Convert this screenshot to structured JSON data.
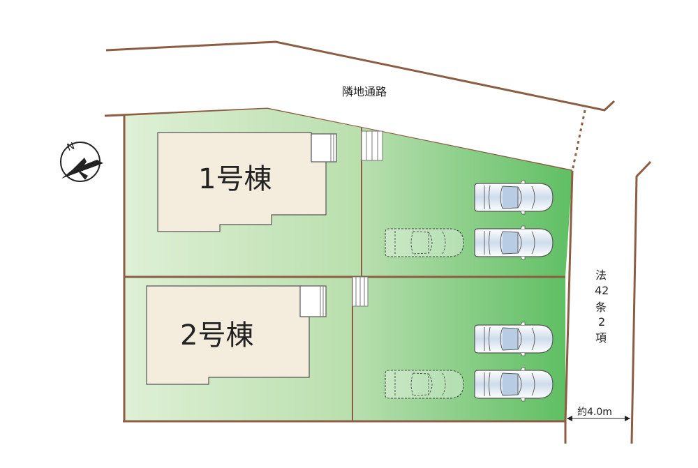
{
  "labels": {
    "neighbor_road": "隣地通路",
    "building1": "1号棟",
    "building2": "2号棟",
    "road_law": [
      "法",
      "42",
      "条",
      "2",
      "項"
    ],
    "road_width": "約4.0m"
  },
  "compass": {
    "north_letter": "N"
  },
  "colors": {
    "boundary": "#8b5e44",
    "lot_green_light": "#eef6e8",
    "lot_green_dark": "#6ec46e",
    "building_fill": "#f4ecdd",
    "car_fill": "#dfe8f2"
  }
}
